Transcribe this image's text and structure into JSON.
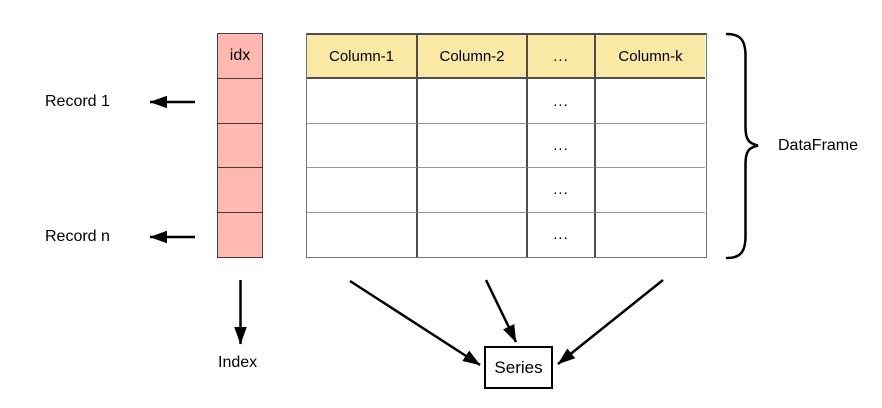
{
  "labels": {
    "record_first": "Record 1",
    "record_last": "Record n",
    "index": "Index",
    "dataframe": "DataFrame",
    "series": "Series"
  },
  "index_column": {
    "header": "idx",
    "cells": [
      "",
      "",
      "",
      ""
    ]
  },
  "table": {
    "headers": [
      "Column-1",
      "Column-2",
      "...",
      "Column-k"
    ],
    "rows": [
      [
        "",
        "",
        "...",
        ""
      ],
      [
        "",
        "",
        "...",
        ""
      ],
      [
        "",
        "",
        "...",
        ""
      ],
      [
        "",
        "",
        "...",
        ""
      ]
    ]
  },
  "colors": {
    "index_fill": "#ffb9b0",
    "header_fill": "#fae8a5",
    "grid_dark": "#4d4d4d",
    "grid_light": "#999999",
    "arrow": "#000000"
  }
}
